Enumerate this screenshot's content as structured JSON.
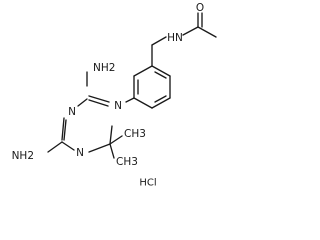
{
  "molecule": {
    "labels": {
      "amine_top": "NH2",
      "amine_bottom": "NH2",
      "n_ring_top": "N",
      "n_ring_left": "N",
      "n_ring_right": "N",
      "methyl_1": "CH3",
      "methyl_2": "CH3",
      "carbonyl_o": "O",
      "amide_nh": "HN"
    },
    "salt": "HCl"
  }
}
